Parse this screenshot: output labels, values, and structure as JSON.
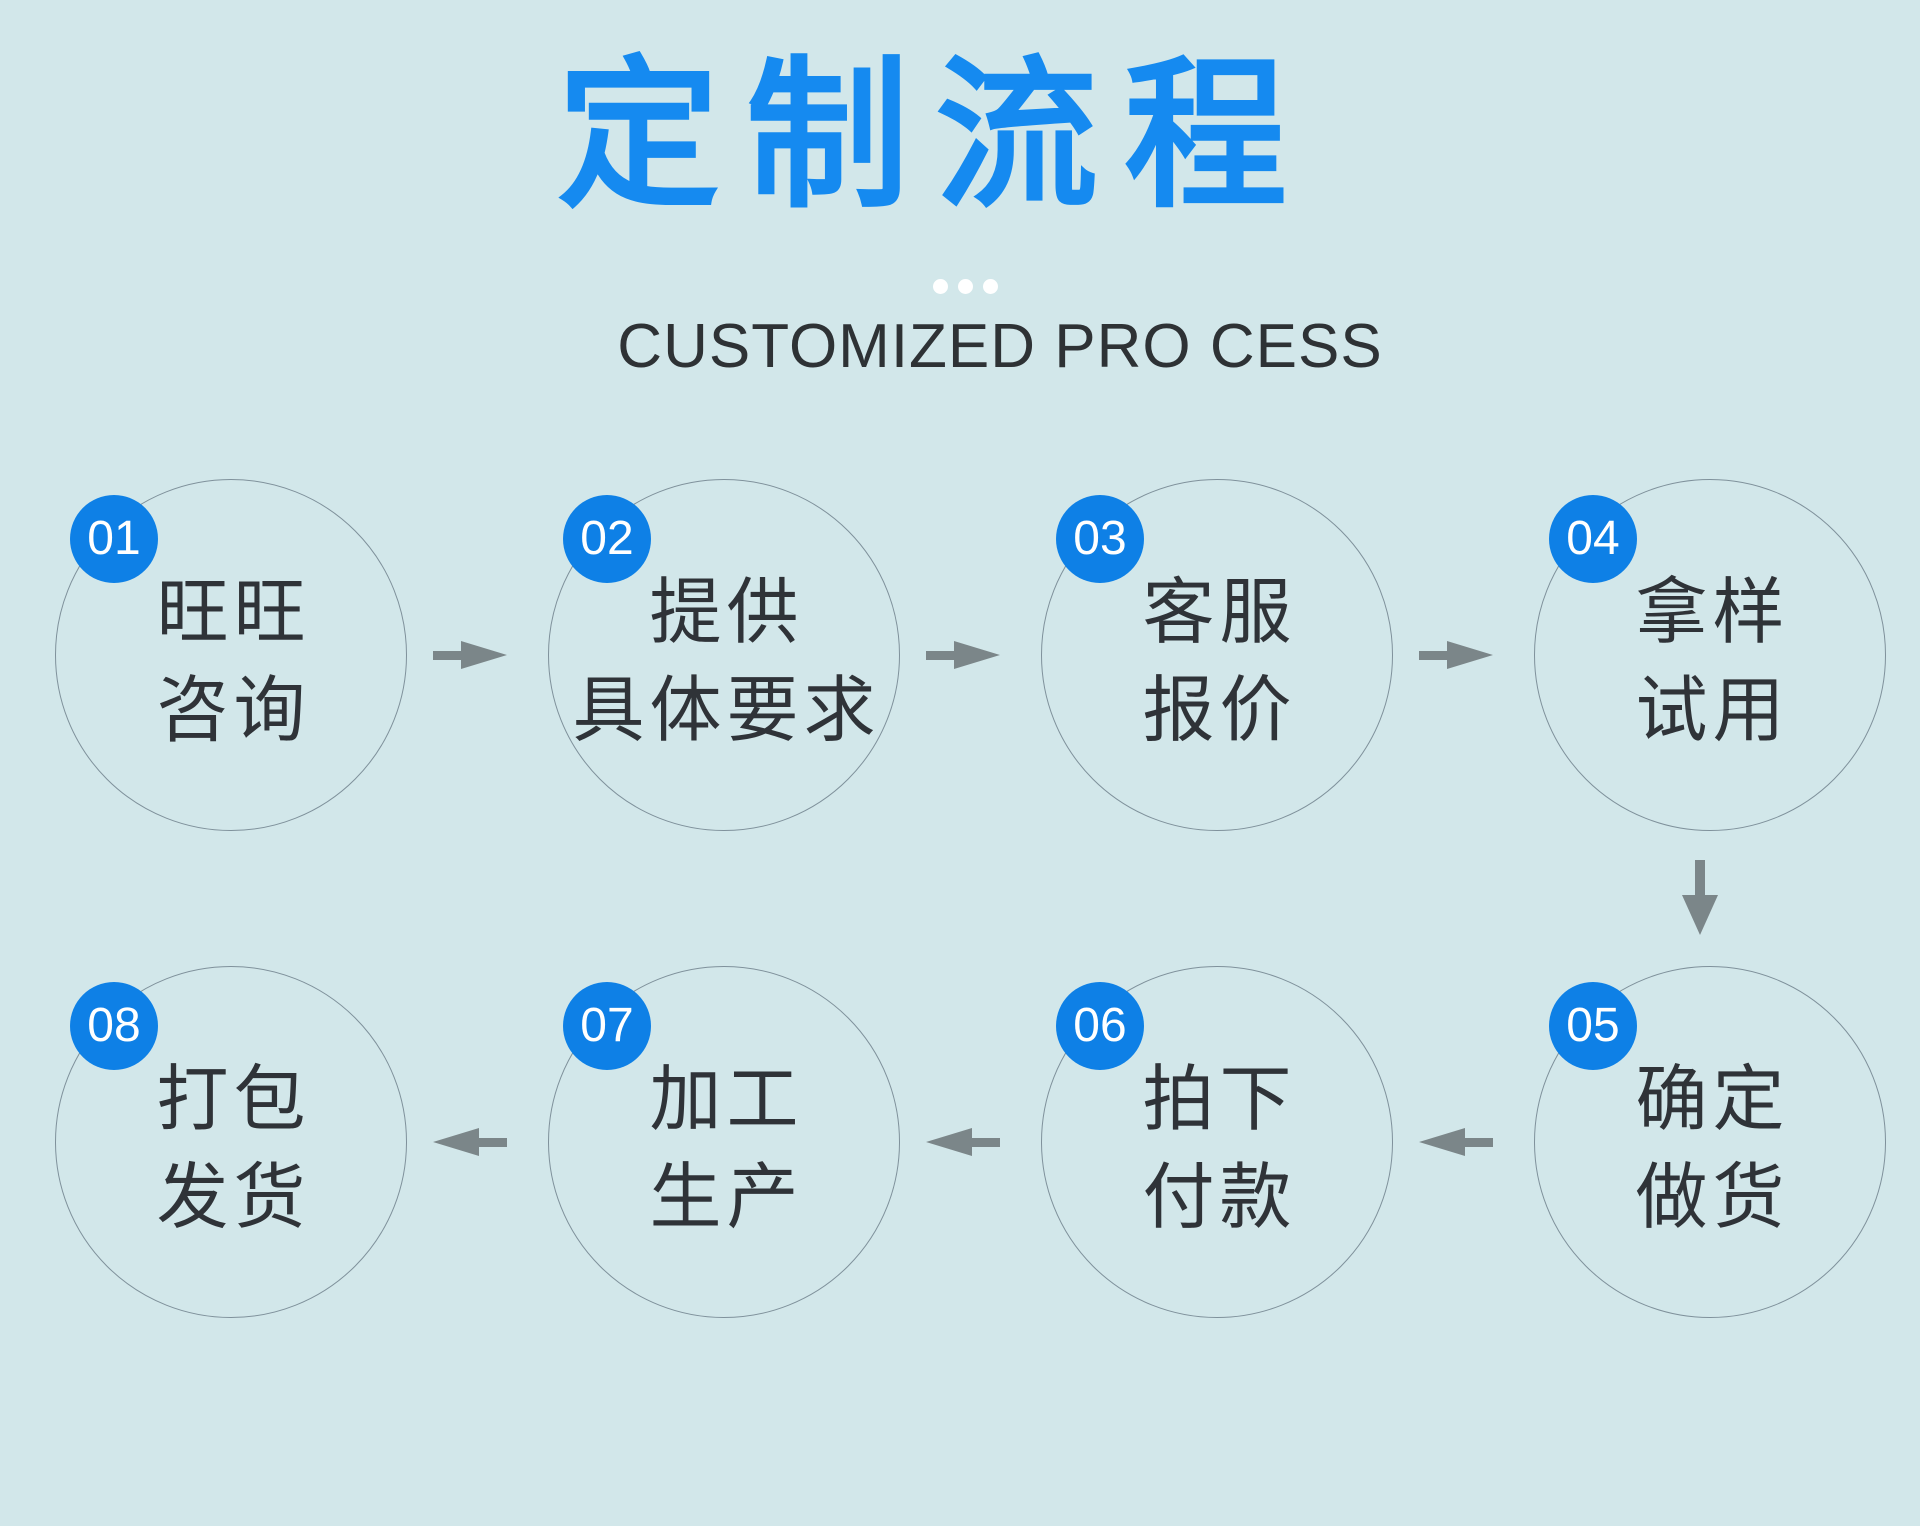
{
  "header": {
    "title": "定制流程",
    "subtitle": "CUSTOMIZED PRO CESS",
    "dots": 3
  },
  "steps": [
    {
      "number": "01",
      "line1": "旺旺",
      "line2": "咨询"
    },
    {
      "number": "02",
      "line1": "提供",
      "line2": "具体要求"
    },
    {
      "number": "03",
      "line1": "客服",
      "line2": "报价"
    },
    {
      "number": "04",
      "line1": "拿样",
      "line2": "试用"
    },
    {
      "number": "05",
      "line1": "确定",
      "line2": "做货"
    },
    {
      "number": "06",
      "line1": "拍下",
      "line2": "付款"
    },
    {
      "number": "07",
      "line1": "加工",
      "line2": "生产"
    },
    {
      "number": "08",
      "line1": "打包",
      "line2": "发货"
    }
  ],
  "flow": {
    "row1_order": [
      "01",
      "02",
      "03",
      "04"
    ],
    "row2_order": [
      "08",
      "07",
      "06",
      "05"
    ]
  },
  "colors": {
    "background": "#d2e7ea",
    "title": "#158af0",
    "subtitle_text": "#2e3235",
    "step_text": "#2f3338",
    "badge_bg": "#0e80e6",
    "badge_text": "#ffffff",
    "circle_outline": "#7f919b",
    "arrow": "#7b8689",
    "dot": "#ffffff"
  }
}
